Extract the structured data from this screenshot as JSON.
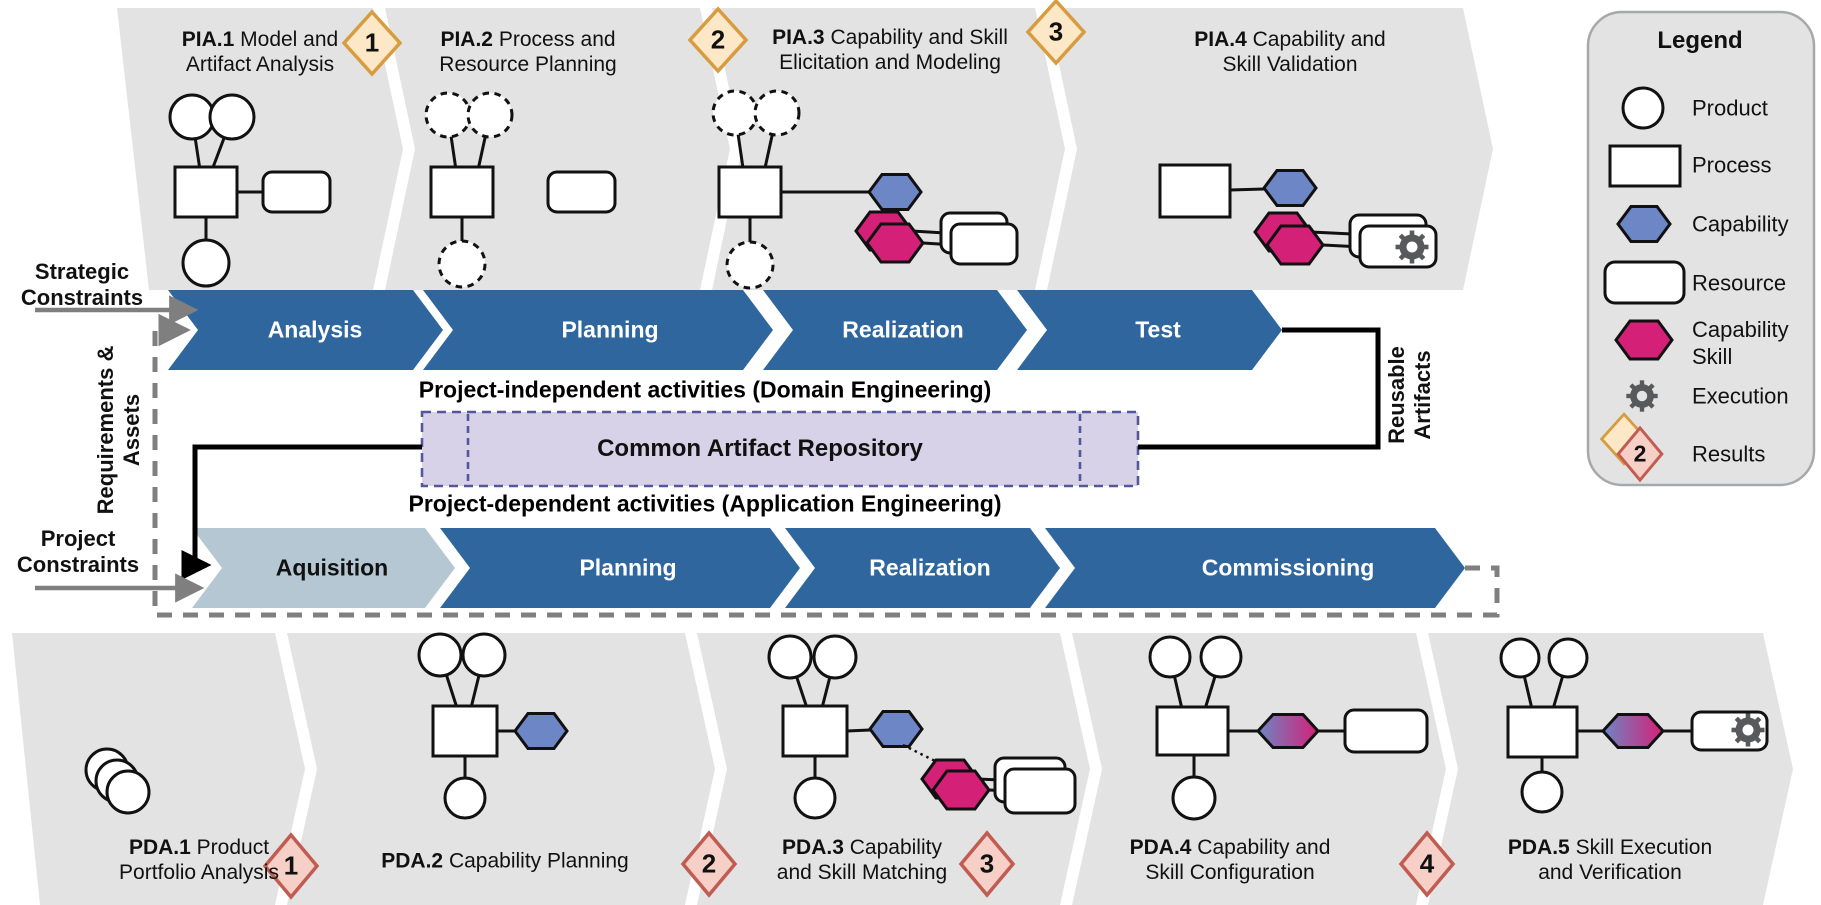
{
  "pia_band": {
    "activities": [
      {
        "code": "PIA.1",
        "line1": "Model and",
        "line2": "Artifact Analysis"
      },
      {
        "code": "PIA.2",
        "line1": "Process and",
        "line2": "Resource Planning"
      },
      {
        "code": "PIA.3",
        "line1": "Capability and Skill",
        "line2": "Elicitation and Modeling"
      },
      {
        "code": "PIA.4",
        "line1": "Capability and",
        "line2": "Skill Validation"
      }
    ],
    "milestones": [
      "1",
      "2",
      "3"
    ]
  },
  "pda_band": {
    "activities": [
      {
        "code": "PDA.1",
        "line1": "Product",
        "line2": "Portfolio Analysis"
      },
      {
        "code": "PDA.2",
        "line1": "Capability Planning",
        "line2": ""
      },
      {
        "code": "PDA.3",
        "line1": "Capability",
        "line2": "and Skill Matching"
      },
      {
        "code": "PDA.4",
        "line1": "Capability and",
        "line2": "Skill Configuration"
      },
      {
        "code": "PDA.5",
        "line1": "Skill Execution",
        "line2": "and Verification"
      }
    ],
    "milestones": [
      "1",
      "2",
      "3",
      "4"
    ]
  },
  "domain_chain": {
    "caption": "Project-independent activities (Domain Engineering)",
    "phases": [
      "Analysis",
      "Planning",
      "Realization",
      "Test"
    ]
  },
  "application_chain": {
    "caption": "Project-dependent activities (Application Engineering)",
    "phases": [
      "Aquisition",
      "Planning",
      "Realization",
      "Commissioning"
    ]
  },
  "repository": {
    "label": "Common Artifact Repository"
  },
  "annotations": {
    "strategic_constraints": {
      "line1": "Strategic",
      "line2": "Constraints"
    },
    "requirements_assets": {
      "line1": "Requirements &",
      "line2": "Assets"
    },
    "project_constraints": {
      "line1": "Project",
      "line2": "Constraints"
    },
    "reusable_artifacts": {
      "line1": "Reusable",
      "line2": "Artifacts"
    }
  },
  "legend": {
    "title": "Legend",
    "product": "Product",
    "process": "Process",
    "capability": "Capability",
    "resource": "Resource",
    "capability_skill": {
      "line1": "Capability",
      "line2": "Skill"
    },
    "execution": "Execution",
    "results": "Results",
    "results_badge": "2"
  },
  "colors": {
    "band_gray": "#e3e3e4",
    "chevron_blue": "#2f669e",
    "acquisition_fill": "#b4c7d2",
    "capability_blue": "#6d86c5",
    "skill_pink": "#d52077",
    "repo_fill": "#d7d2e7",
    "repo_border": "#55579d",
    "milestone_top_fill": "#fce7c7",
    "milestone_top_border": "#d89c40",
    "milestone_bottom_fill": "#f6cfc7",
    "milestone_bottom_border": "#c05c52",
    "connector_gray": "#7f7f7f",
    "gear_gray": "#58595b"
  }
}
